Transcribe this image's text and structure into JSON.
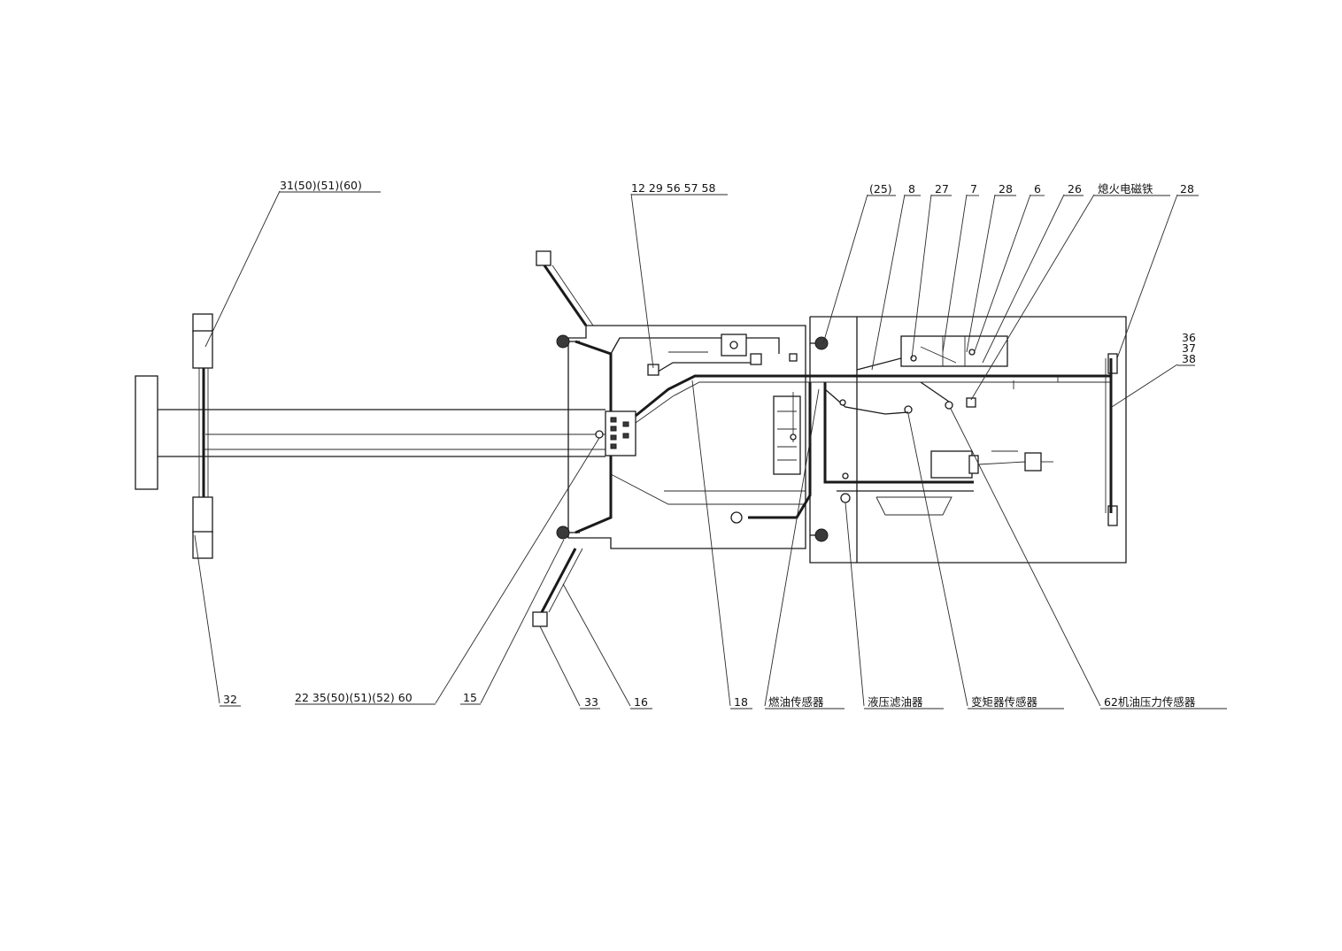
{
  "callouts": {
    "top": [
      {
        "id": "c31",
        "text": "31(50)(51)(60)"
      },
      {
        "id": "c12",
        "text": "12 29 56 57 58"
      },
      {
        "id": "c25",
        "text": "(25)"
      },
      {
        "id": "c8",
        "text": "8"
      },
      {
        "id": "c27",
        "text": "27"
      },
      {
        "id": "c7",
        "text": "7"
      },
      {
        "id": "c28a",
        "text": "28"
      },
      {
        "id": "c6",
        "text": "6"
      },
      {
        "id": "c26",
        "text": "26"
      },
      {
        "id": "cflame",
        "text": "熄火电磁铁"
      },
      {
        "id": "c28b",
        "text": "28"
      }
    ],
    "right": [
      {
        "id": "c36",
        "text": "36"
      },
      {
        "id": "c37",
        "text": "37"
      },
      {
        "id": "c38",
        "text": "38"
      }
    ],
    "bottom": [
      {
        "id": "c32",
        "text": "32"
      },
      {
        "id": "c22",
        "text": "22 35(50)(51)(52) 60"
      },
      {
        "id": "c15",
        "text": "15"
      },
      {
        "id": "c33",
        "text": "33"
      },
      {
        "id": "c16",
        "text": "16"
      },
      {
        "id": "c18",
        "text": "18"
      },
      {
        "id": "cfuel",
        "text": "燃油传感器"
      },
      {
        "id": "chyd",
        "text": "液压滤油器"
      },
      {
        "id": "ctorque",
        "text": "变矩器传感器"
      },
      {
        "id": "coil",
        "text": "62机油压力传感器"
      }
    ]
  }
}
